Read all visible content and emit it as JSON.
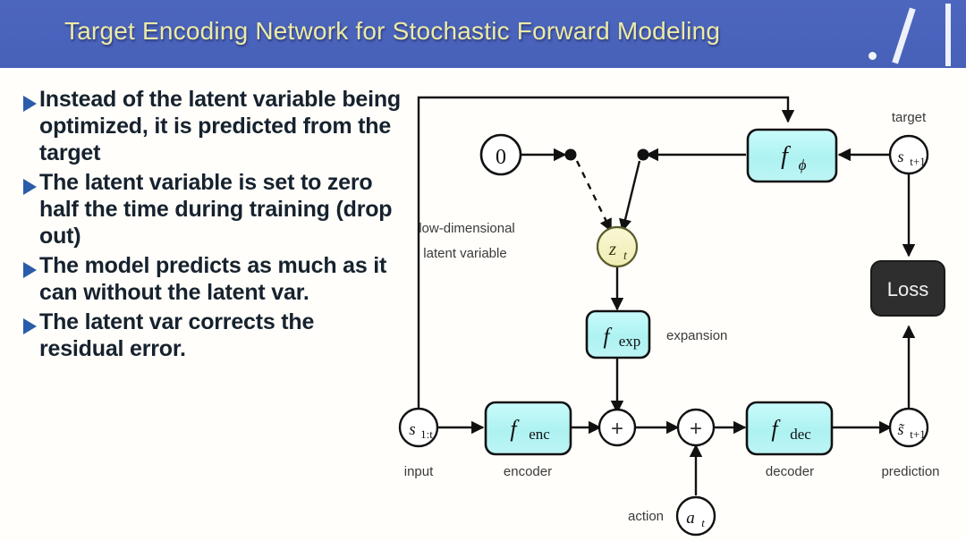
{
  "header": {
    "title": "Target Encoding Network for Stochastic Forward Modeling",
    "bar_color": "#4a63bc",
    "title_color": "#eceba6",
    "decorations": [
      "dot",
      "backslash",
      "vertical-bar"
    ]
  },
  "bullets": [
    {
      "text": "Instead of the latent variable being optimized, it is predicted from the target"
    },
    {
      "text": "The latent variable is set to zero half the time during training (drop out)"
    },
    {
      "text": "The model predicts as much as it can without the latent var."
    },
    {
      "text": "The latent var corrects the residual error."
    }
  ],
  "bullet_marker_color": "#2a5caa",
  "diagram": {
    "nodes": {
      "zero": {
        "label": "0",
        "shape": "circle",
        "fill": "#ffffff"
      },
      "latent": {
        "label": "z",
        "sub": "t",
        "shape": "circle",
        "fill": "#f4f3c4"
      },
      "input": {
        "label": "s",
        "sub": "1:t",
        "shape": "circle",
        "fill": "#ffffff",
        "caption": "input"
      },
      "target": {
        "label": "s",
        "sub": "t+1",
        "shape": "circle",
        "fill": "#ffffff",
        "caption": "target"
      },
      "prediction": {
        "label": "s̃",
        "sub": "t+1",
        "shape": "circle",
        "fill": "#ffffff",
        "caption": "prediction"
      },
      "action": {
        "label": "a",
        "sub": "t",
        "shape": "circle",
        "fill": "#ffffff",
        "caption": "action"
      },
      "sum1": {
        "label": "+",
        "shape": "circle",
        "fill": "#ffffff"
      },
      "sum2": {
        "label": "+",
        "shape": "circle",
        "fill": "#ffffff"
      }
    },
    "boxes": {
      "f_phi": {
        "label": "f",
        "sub": "ϕ",
        "fill": "#b8f4f4",
        "caption": ""
      },
      "f_exp": {
        "label": "f",
        "sub": "exp",
        "fill": "#b8f4f4",
        "caption": "expansion"
      },
      "f_enc": {
        "label": "f",
        "sub": "enc",
        "fill": "#b8f4f4",
        "caption": "encoder"
      },
      "f_dec": {
        "label": "f",
        "sub": "dec",
        "fill": "#b8f4f4",
        "caption": "decoder"
      },
      "loss": {
        "label": "Loss",
        "fill": "#2e2e2e",
        "text_color": "#f0f0f0",
        "caption": ""
      }
    },
    "annotations": {
      "latent_note_line1": "low-dimensional",
      "latent_note_line2": "latent variable",
      "expansion": "expansion",
      "encoder": "encoder",
      "decoder": "decoder",
      "input": "input",
      "action": "action",
      "target": "target",
      "prediction": "prediction"
    },
    "edges": [
      {
        "from": "input",
        "to": "f_phi",
        "style": "solid",
        "note": "feedback loop up and over"
      },
      {
        "from": "zero",
        "to": "dot_left",
        "style": "solid"
      },
      {
        "from": "dot_left",
        "to": "latent",
        "style": "dashed"
      },
      {
        "from": "dot_right",
        "to": "latent",
        "style": "solid"
      },
      {
        "from": "f_phi",
        "to": "dot_right",
        "style": "solid"
      },
      {
        "from": "target",
        "to": "f_phi",
        "style": "solid"
      },
      {
        "from": "target",
        "to": "loss",
        "style": "solid"
      },
      {
        "from": "latent",
        "to": "f_exp",
        "style": "solid"
      },
      {
        "from": "f_exp",
        "to": "sum1",
        "style": "solid"
      },
      {
        "from": "input",
        "to": "f_enc",
        "style": "solid"
      },
      {
        "from": "f_enc",
        "to": "sum1",
        "style": "solid"
      },
      {
        "from": "sum1",
        "to": "sum2",
        "style": "solid"
      },
      {
        "from": "action",
        "to": "sum2",
        "style": "solid"
      },
      {
        "from": "sum2",
        "to": "f_dec",
        "style": "solid"
      },
      {
        "from": "f_dec",
        "to": "prediction",
        "style": "solid"
      },
      {
        "from": "prediction",
        "to": "loss",
        "style": "solid"
      }
    ]
  }
}
